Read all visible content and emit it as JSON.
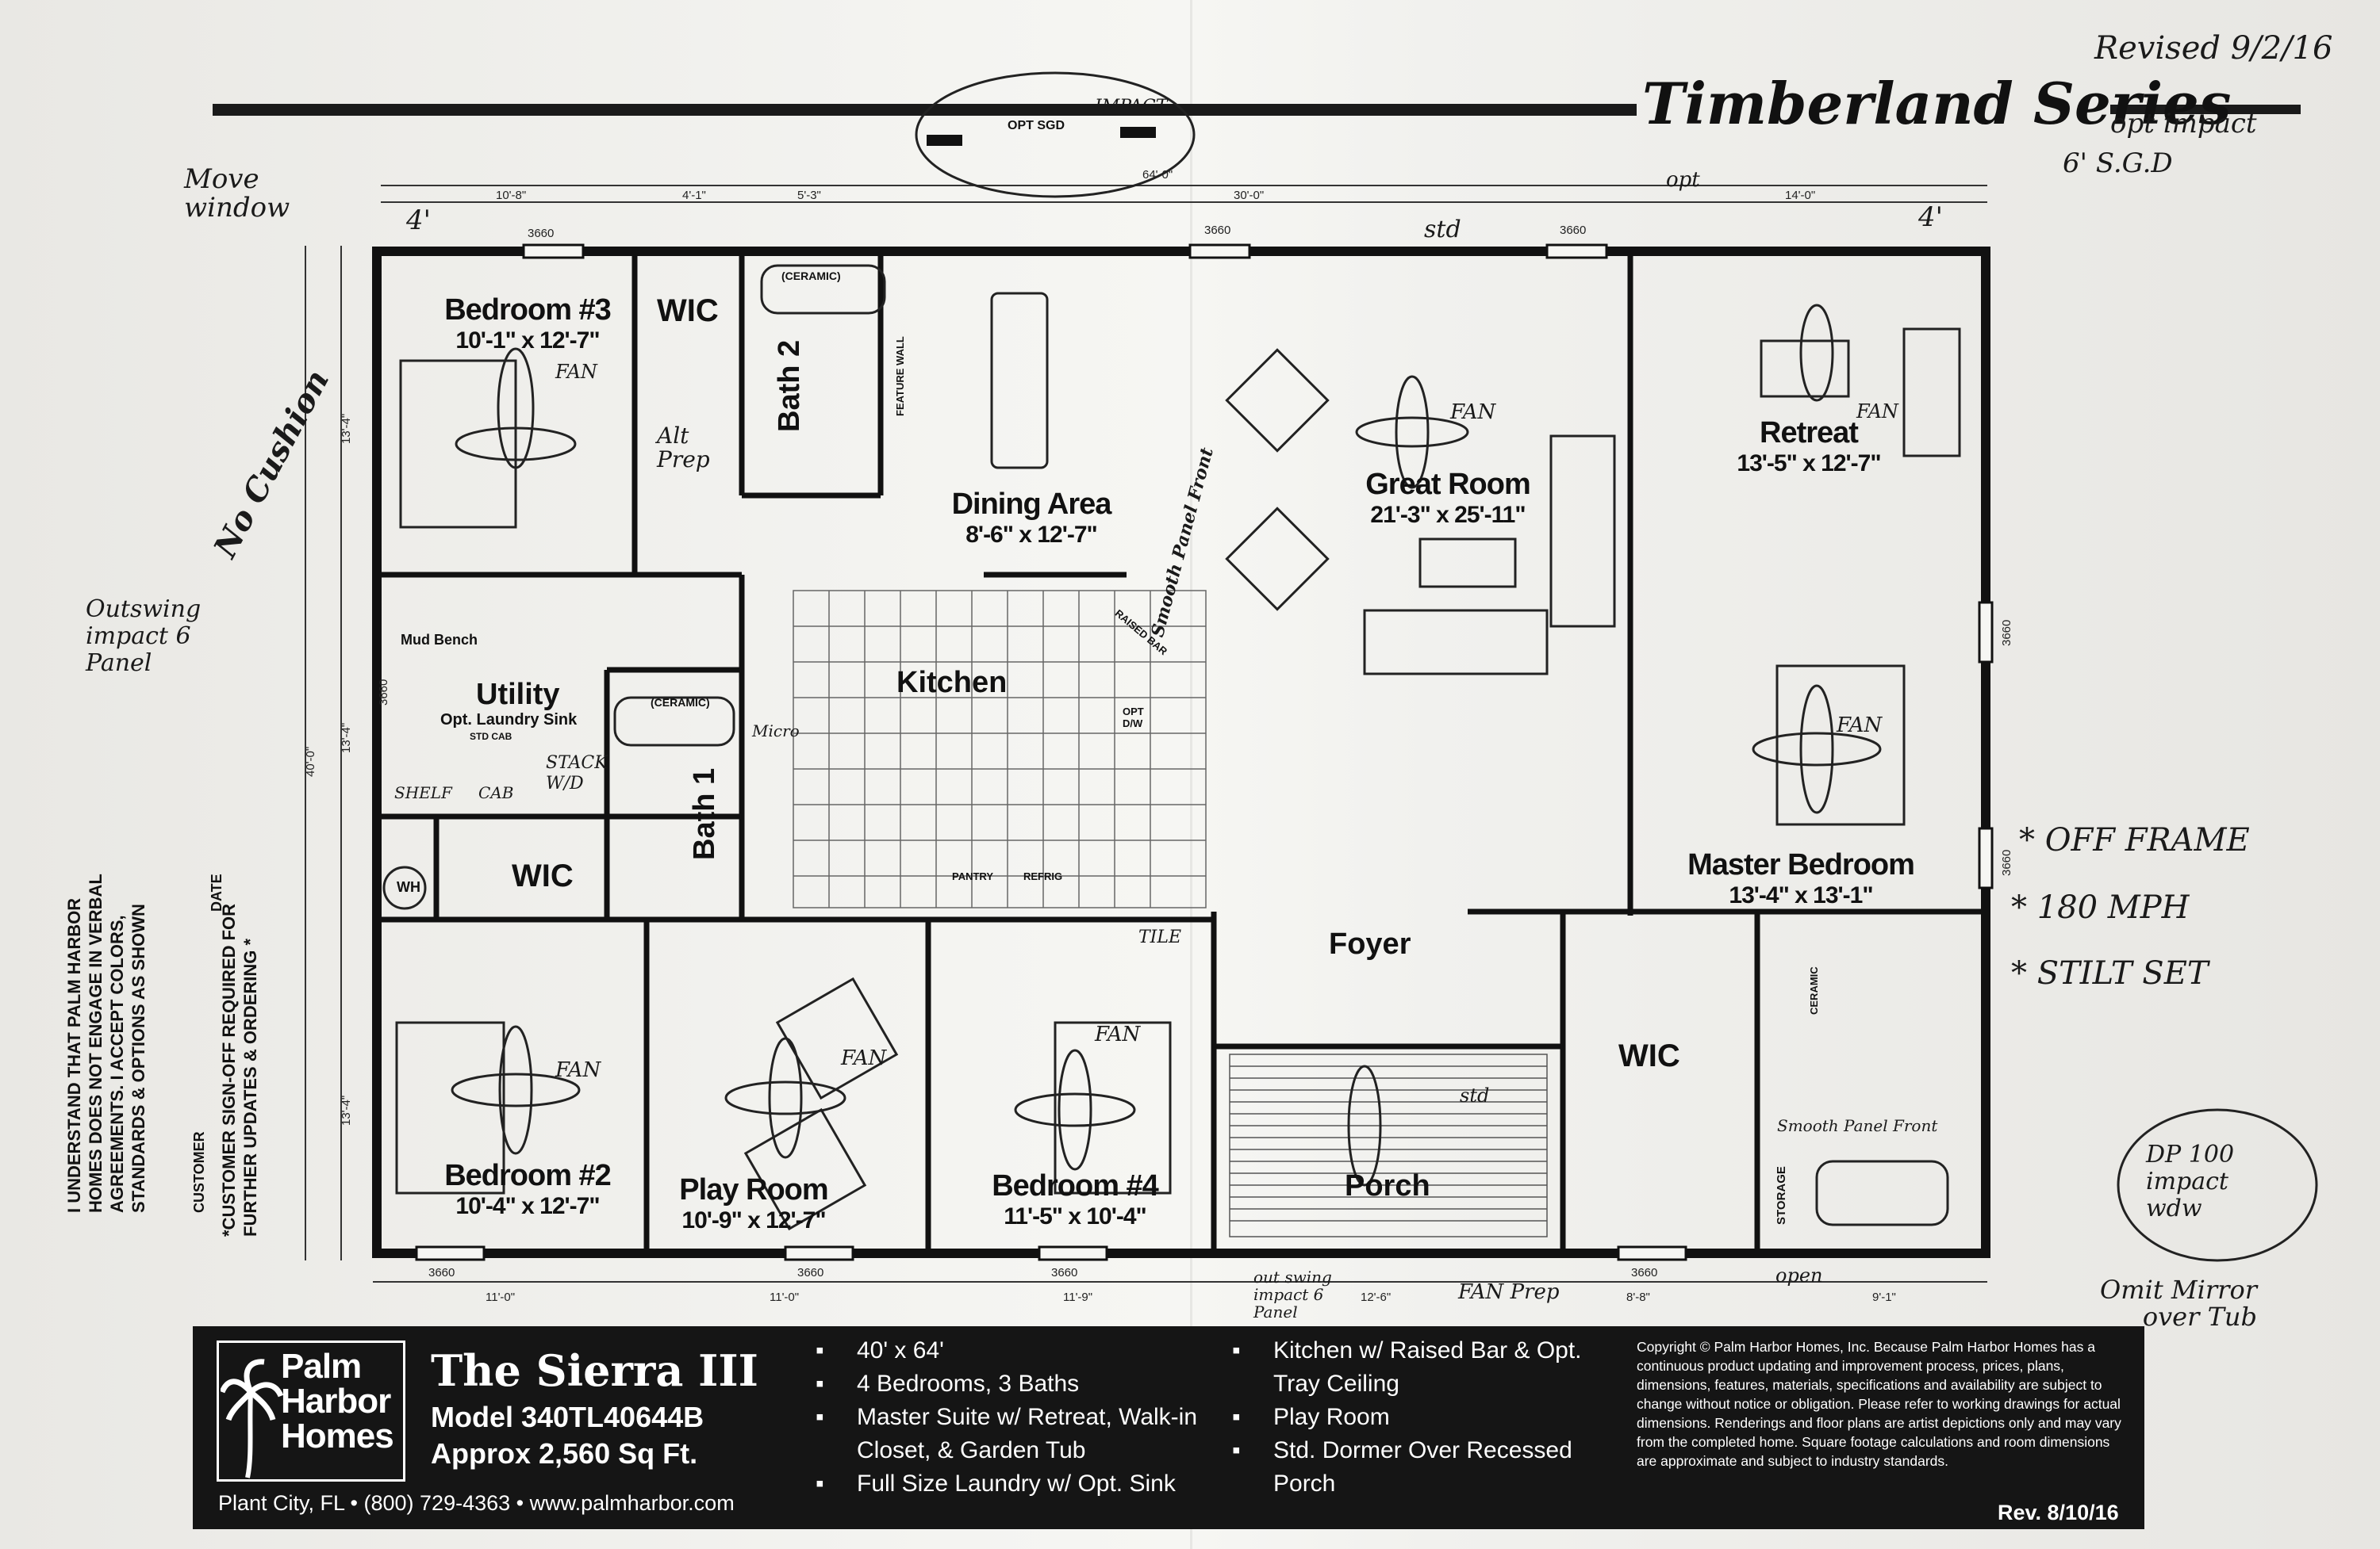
{
  "series_title": "Timberland Series",
  "revised_note": "Revised 9/2/16",
  "rooms": {
    "bedroom3": {
      "name": "Bedroom #3",
      "dims": "10'-1\" x 12'-7\""
    },
    "wic_top": "WIC",
    "bath2": "Bath 2",
    "ceramic_top": "(CERAMIC)",
    "feature_wall": "FEATURE WALL",
    "dining": {
      "name": "Dining Area",
      "dims": "8'-6\" x 12'-7\""
    },
    "great": {
      "name": "Great Room",
      "dims": "21'-3\" x 25'-11\""
    },
    "retreat": {
      "name": "Retreat",
      "dims": "13'-5\" x 12'-7\""
    },
    "mud_bench": "Mud Bench",
    "utility": "Utility",
    "laundry_sink": "Opt. Laundry Sink",
    "std_cab": "STD CAB",
    "kitchen": "Kitchen",
    "ceramic_bath1": "(CERAMIC)",
    "bath1": "Bath 1",
    "wic_mid": "WIC",
    "wh": "WH",
    "pantry": "PANTRY",
    "refrig": "REFRIG",
    "raised_bar": "RAISED BAR",
    "opt_dw": "OPT D/W",
    "master": {
      "name": "Master Bedroom",
      "dims": "13'-4\" x 13'-1\""
    },
    "foyer": "Foyer",
    "bedroom2": {
      "name": "Bedroom #2",
      "dims": "10'-4\" x 12'-7\""
    },
    "playroom": {
      "name": "Play Room",
      "dims": "10'-9\" x 12'-7\""
    },
    "bedroom4": {
      "name": "Bedroom #4",
      "dims": "11'-5\" x 10'-4\""
    },
    "porch": "Porch",
    "wic_master": "WIC",
    "storage": "STORAGE",
    "ceramic_master": "CERAMIC"
  },
  "dimensions": {
    "top_overall": "64'-0\"",
    "top_segments": [
      "10'-8\"",
      "4'-1\"",
      "5'-3\"",
      "30'-0\"",
      "14'-0\""
    ],
    "bottom_segments": [
      "11'-0\"",
      "11'-0\"",
      "11'-9\"",
      "12'-6\"",
      "8'-8\"",
      "9'-1\""
    ],
    "left_overall": "40'-0\"",
    "left_segments": [
      "13'-4\"",
      "13'-4\"",
      "13'-4\""
    ],
    "window_codes": [
      "3660",
      "3660",
      "3660",
      "3660",
      "3660",
      "3660",
      "3660",
      "3660",
      "3660"
    ],
    "top_window_left": "3660"
  },
  "handwritten": {
    "move_window": "Move window",
    "four_ft_left": "4'",
    "four_ft_right": "4'",
    "no_cushion": "No Cushion",
    "outswing_left": "Outswing impact 6 Panel",
    "opt_impact": "opt impact",
    "six_sgd": "6' S.G.D",
    "opt_sgd_top": "OPT SGD",
    "impact_top": "IMPACT",
    "opt_small": "opt",
    "std_top": "std",
    "alt_prep": "Alt Prep",
    "shelf": "SHELF",
    "cab": "CAB",
    "stack_wd": "STACK W/D",
    "micro": "Micro",
    "smooth_panel_front": "Smooth Panel Front",
    "tile": "TILE",
    "off_frame": "* OFF FRAME",
    "mph": "* 180 MPH",
    "stilt": "* STILT SET",
    "dp100": "DP 100 impact wdw",
    "omit_mirror": "Omit Mirror over Tub",
    "open": "open",
    "out_swing_porch": "out swing impact 6 Panel",
    "fan_prep": "FAN Prep",
    "smooth_panel_master": "Smooth Panel Front",
    "fan": "FAN",
    "std_porch": "std"
  },
  "sign_off": {
    "line1": "I UNDERSTAND THAT PALM HARBOR",
    "line2": "HOMES DOES NOT ENGAGE IN VERBAL",
    "line3": "AGREEMENTS. I ACCEPT COLORS,",
    "line4": "STANDARDS & OPTIONS AS SHOWN",
    "customer": "CUSTOMER",
    "date": "DATE",
    "line5": "*CUSTOMER SIGN-OFF REQUIRED FOR",
    "line6": "FURTHER UPDATES & ORDERING *"
  },
  "banner": {
    "logo_lines": [
      "Palm",
      "Harbor",
      "Homes"
    ],
    "title": "The Sierra III",
    "model": "Model 340TL40644B",
    "sqft": "Approx 2,560 Sq Ft.",
    "contact": "Plant City, FL  •  (800) 729-4363  •  www.palmharbor.com",
    "features_left": [
      "40' x 64'",
      "4 Bedrooms, 3 Baths",
      "Master Suite w/ Retreat, Walk-in Closet, & Garden Tub",
      "Full Size Laundry w/ Opt. Sink"
    ],
    "features_right": [
      "Kitchen w/ Raised Bar & Opt. Tray Ceiling",
      "Play Room",
      "Std. Dormer Over Recessed Porch"
    ],
    "copyright": "Copyright © Palm Harbor Homes, Inc.  Because Palm Harbor Homes has a continuous product updating and improvement process, prices, plans, dimensions, features, materials, specifications and availability are subject to change without notice or obligation.  Please refer to working drawings for actual dimensions.  Renderings and floor plans are artist depictions only and may vary from the completed home.  Square footage calculations and room dimensions are approximate and subject to industry standards.",
    "revision": "Rev. 8/10/16"
  }
}
